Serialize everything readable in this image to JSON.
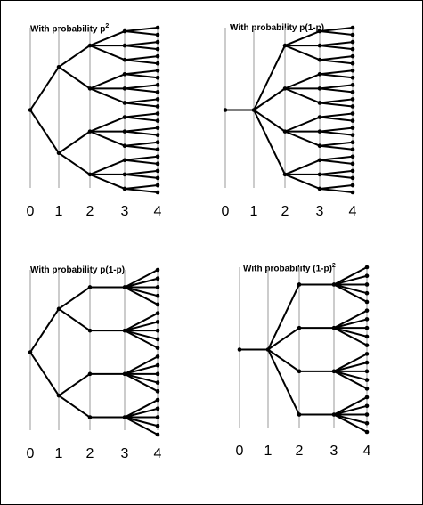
{
  "colors": {
    "guide": "#bbbbbb",
    "edge": "#000000",
    "node": "#000000",
    "border": "#000000"
  },
  "panels": [
    {
      "title": {
        "prefix": "With probability ",
        "base": "p",
        "sup": "2",
        "suffix": ""
      },
      "axis_labels": [
        "0",
        "1",
        "2",
        "3",
        "4"
      ],
      "tree": [
        1,
        2,
        2,
        3,
        2
      ]
    },
    {
      "title": {
        "prefix": "With probability ",
        "base": "p(1-p)",
        "sup": "",
        "suffix": ""
      },
      "axis_labels": [
        "0",
        "1",
        "2",
        "3",
        "4"
      ],
      "tree": [
        1,
        1,
        4,
        3,
        2
      ]
    },
    {
      "title": {
        "prefix": "With probability ",
        "base": "p(1-p)",
        "sup": "",
        "suffix": ""
      },
      "axis_labels": [
        "0",
        "1",
        "2",
        "3",
        "4"
      ],
      "tree": [
        1,
        2,
        2,
        1,
        5
      ]
    },
    {
      "title": {
        "prefix": "With probability ",
        "base": "(1-p)",
        "sup": "2",
        "suffix": ""
      },
      "axis_labels": [
        "0",
        "1",
        "2",
        "3",
        "4"
      ],
      "tree": [
        1,
        1,
        4,
        1,
        5
      ]
    }
  ]
}
